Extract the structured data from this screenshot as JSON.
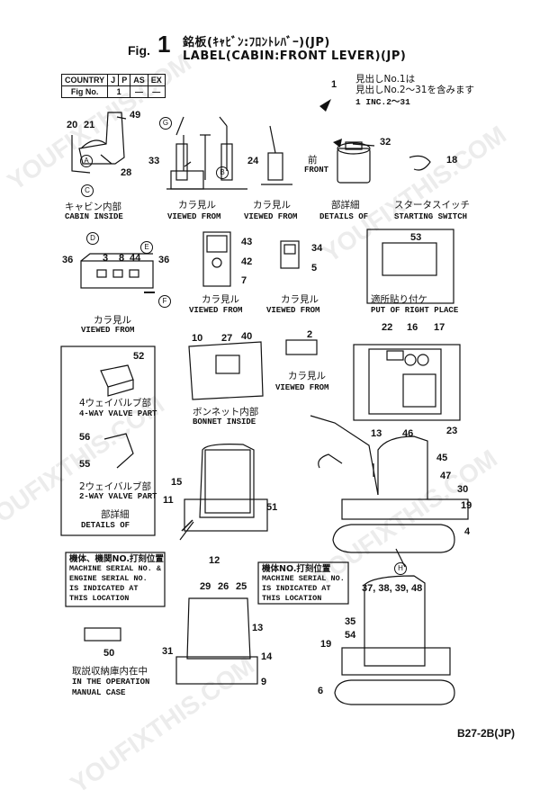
{
  "header": {
    "fig_word": "Fig.",
    "fig_number": "1",
    "title_jp": "銘板(ｷｬﾋﾞﾝ:ﾌﾛﾝﾄﾚﾊﾞｰ)(JP)",
    "title_en": "LABEL(CABIN:FRONT LEVER)(JP)"
  },
  "country_table": {
    "row1": [
      "COUNTRY",
      "J",
      "P",
      "AS",
      "EX"
    ],
    "row2": [
      "Fig No.",
      "1",
      "—",
      "—"
    ]
  },
  "heading_note": {
    "line1": "見出しNo.1は",
    "line2": "見出しNo.2〜31を含みます",
    "line3": "1 INC.2〜31",
    "arrow_number": "1"
  },
  "views": {
    "cabin_inside_jp": "キャビン内部",
    "cabin_inside_en": "CABIN INSIDE",
    "view_a_jp": "カラ見ル",
    "view_a_en": "VIEWED FROM",
    "view_b_jp": "カラ見ル",
    "view_b_en": "VIEWED FROM",
    "detail_g_jp": "部詳細",
    "detail_g_en": "DETAILS OF",
    "starting_switch_jp": "スタータスイッチ",
    "starting_switch_en": "STARTING SWITCH",
    "front_jp": "前",
    "front_en": "FRONT",
    "view_c_jp": "カラ見ル",
    "view_c_en": "VIEWED FROM",
    "view_d_jp": "カラ見ル",
    "view_d_en": "VIEWED FROM",
    "view_e_jp": "カラ見ル",
    "view_e_en": "VIEWED FROM",
    "put_right_jp": "適所貼り付ケ",
    "put_right_en": "PUT OF RIGHT PLACE",
    "view_f_jp": "カラ見ル",
    "view_f_en": "VIEWED FROM",
    "valve4_jp": "4ウェイバルブ部",
    "valve4_en": "4-WAY VALVE PART",
    "valve2_jp": "2ウェイバルブ部",
    "valve2_en": "2-WAY VALVE PART",
    "detail_h_jp": "部詳細",
    "detail_h_en": "DETAILS OF",
    "bonnet_jp": "ボンネット内部",
    "bonnet_en": "BONNET INSIDE",
    "operation_jp": "取説収納庫内在中",
    "operation_en1": "IN THE OPERATION",
    "operation_en2": "MANUAL CASE"
  },
  "circle_letters": [
    "A",
    "B",
    "C",
    "D",
    "E",
    "F",
    "G",
    "H"
  ],
  "notes": {
    "left_jp": "機体、機関NO.打刻位置",
    "left_en1": "MACHINE SERIAL NO. &",
    "left_en2": "ENGINE SERIAL NO.",
    "left_en3": "IS INDICATED AT",
    "left_en4": "THIS LOCATION",
    "right_jp": "機体NO.打刻位置",
    "right_en1": "MACHINE SERIAL NO.",
    "right_en2": "IS INDICATED AT",
    "right_en3": "THIS LOCATION"
  },
  "part_numbers": {
    "p20": "20",
    "p21": "21",
    "p49": "49",
    "p28": "28",
    "p33": "33",
    "p24": "24",
    "p32": "32",
    "p18": "18",
    "p36a": "36",
    "p3": "3",
    "p8": "8",
    "p44": "44",
    "p36b": "36",
    "p43": "43",
    "p42": "42",
    "p7": "7",
    "p34": "34",
    "p5": "5",
    "p53": "53",
    "p52": "52",
    "p10": "10",
    "p27": "27",
    "p40": "40",
    "p2": "2",
    "p22": "22",
    "p16": "16",
    "p17": "17",
    "p23": "23",
    "p56": "56",
    "p55": "55",
    "p15": "15",
    "p11": "11",
    "p51": "51",
    "p12": "12",
    "p13a": "13",
    "p46": "46",
    "p45": "45",
    "p47": "47",
    "p30": "30",
    "p19a": "19",
    "p4": "4",
    "p29": "29",
    "p26": "26",
    "p25": "25",
    "p13b": "13",
    "p31": "31",
    "p14": "14",
    "p9": "9",
    "p50": "50",
    "p37": "37, 38, 39, 48",
    "p35": "35",
    "p54": "54",
    "p19b": "19",
    "p6": "6"
  },
  "footer_code": "B27-2B(JP)",
  "watermark_text": "YOUFIXTHIS.COM"
}
